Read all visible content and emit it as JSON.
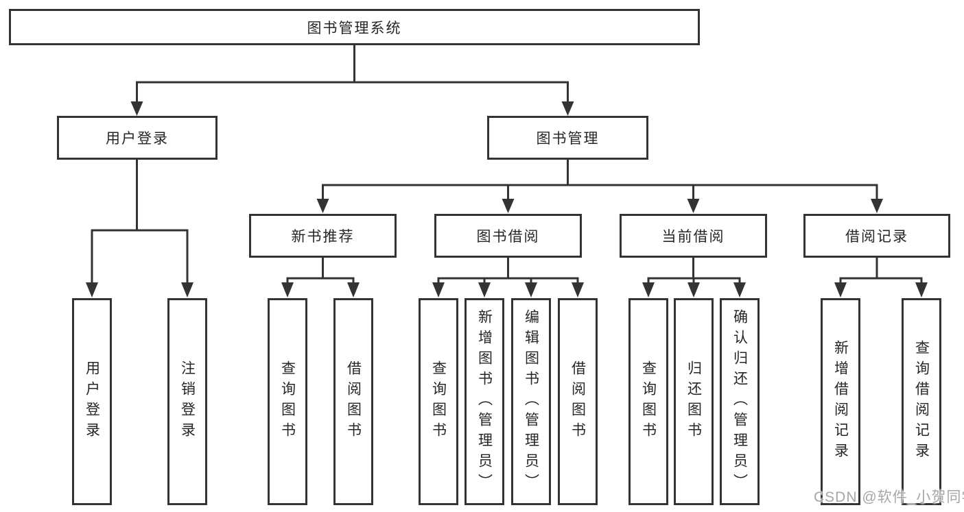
{
  "diagram": {
    "title": "图书管理系统",
    "root": {
      "label": "图书管理系统"
    },
    "level2": {
      "user_login": {
        "label": "用户登录"
      },
      "book_management": {
        "label": "图书管理"
      }
    },
    "level3": {
      "new_book_recommend": {
        "label": "新书推荐"
      },
      "book_borrow": {
        "label": "图书借阅"
      },
      "current_borrow": {
        "label": "当前借阅"
      },
      "borrow_records": {
        "label": "借阅记录"
      }
    },
    "leaves": {
      "user_login_children": [
        "用户登录",
        "注销登录"
      ],
      "new_book_recommend_children": [
        "查询图书",
        "借阅图书"
      ],
      "book_borrow_children": [
        "查询图书",
        "新增图书（管理员）",
        "编辑图书（管理员）",
        "借阅图书"
      ],
      "current_borrow_children": [
        "查询图书",
        "归还图书",
        "确认归还（管理员）"
      ],
      "borrow_records_children": [
        "新增借阅记录",
        "查询借阅记录"
      ]
    }
  },
  "watermark": {
    "text": "CSDN @软件_小贺同学"
  },
  "colors": {
    "line": "#333333",
    "border": "#333333",
    "text": "#262626",
    "watermark": "#a6a6a6",
    "background": "#ffffff"
  }
}
